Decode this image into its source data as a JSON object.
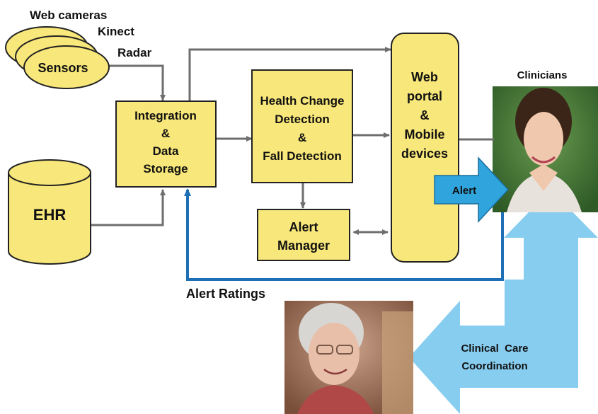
{
  "sensors": {
    "web_cameras": "Web cameras",
    "kinect": "Kinect",
    "radar": "Radar",
    "sensors": "Sensors"
  },
  "ehr": "EHR",
  "integration": [
    "Integration",
    "&",
    "Data",
    "Storage"
  ],
  "health_change": [
    "Health Change",
    "Detection",
    "&",
    "Fall Detection"
  ],
  "alert_manager": [
    "Alert",
    "Manager"
  ],
  "web_portal": [
    "Web",
    "portal",
    "&",
    "Mobile",
    "devices"
  ],
  "alert_arrow": "Alert",
  "clinicians": "Clinicians",
  "alert_ratings": "Alert Ratings",
  "clinical_care": [
    "Clinical  Care",
    "Coordination"
  ],
  "colors": {
    "box_fill": "#f8e77a",
    "box_stroke": "#222222",
    "arrow_gray": "#6e6e6e",
    "feedback_blue": "#1f6fb7",
    "alert_blue": "#2fa4dd",
    "care_blue": "#87cdf0"
  },
  "icons": {
    "clinician_photo": "clinician-photo",
    "patient_photo": "patient-photo"
  }
}
